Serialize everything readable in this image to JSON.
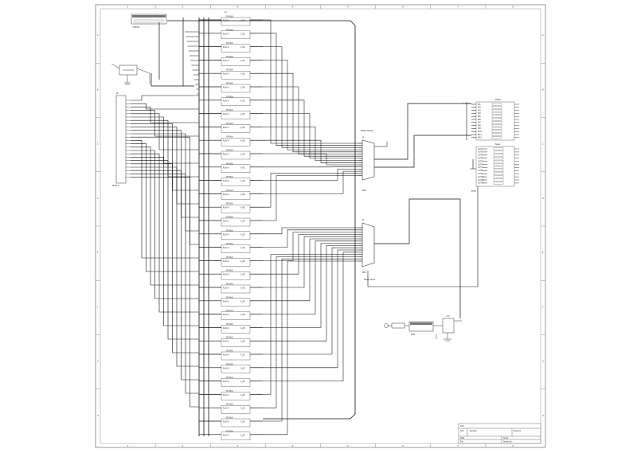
{
  "schematic": {
    "border_column_numbers": [
      "1",
      "2",
      "3",
      "4",
      "5",
      "6",
      "7",
      "8"
    ],
    "border_row_letters": [
      "A",
      "B",
      "C",
      "D",
      "E",
      "F",
      "G",
      "H"
    ],
    "top_left_part": {
      "label": "74F04"
    },
    "left_connector": {
      "designator": "J5",
      "ref": "8Y8 4"
    },
    "relay_column": {
      "header": "K1",
      "relay_label": "RY-5W-K",
      "coil_label": "RLAY-A",
      "contact_label": "A_NC",
      "count": 32
    },
    "connector_upper": {
      "caption": "Master Header",
      "designator": "J1",
      "ref": "DB 9"
    },
    "connector_lower": {
      "caption": "Master Slave",
      "designator": "J2",
      "ref": "DB 9"
    },
    "right_upper_block": {
      "title": "Master",
      "pin_prefix": "IN",
      "rows": 12
    },
    "right_lower_block": {
      "title": "Slave",
      "pin_prefix": "OUT",
      "ref": "8Y8 5",
      "rows": 12
    },
    "power_section": {
      "regulator": "7805",
      "label": "+5V"
    },
    "title_block": {
      "title_label": "Title",
      "size_label": "Size",
      "number_label": "Number",
      "revision_label": "Revision",
      "date_label": "Date",
      "sheet_label": "Sheet",
      "file_label": "File",
      "drawn_by_label": "Drawn By"
    }
  }
}
